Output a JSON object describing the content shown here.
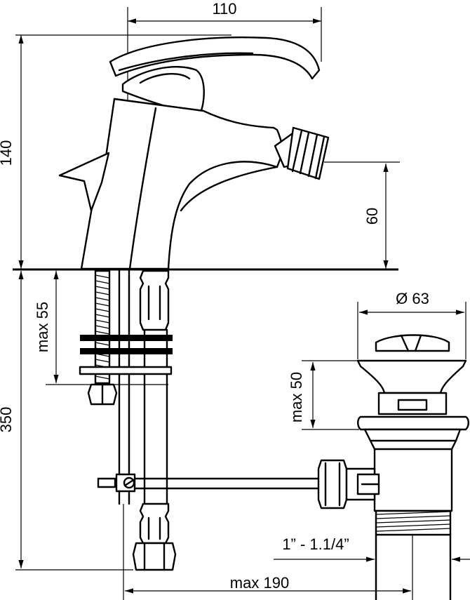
{
  "dimensions": {
    "width_top": "110",
    "height_total": "140",
    "spout_height": "60",
    "max_depth": "max 55",
    "below_deck": "350",
    "waste_diameter": "Ø 63",
    "waste_max": "max 50",
    "thread": "1” - 1.1/4”",
    "max_reach": "max 190"
  }
}
